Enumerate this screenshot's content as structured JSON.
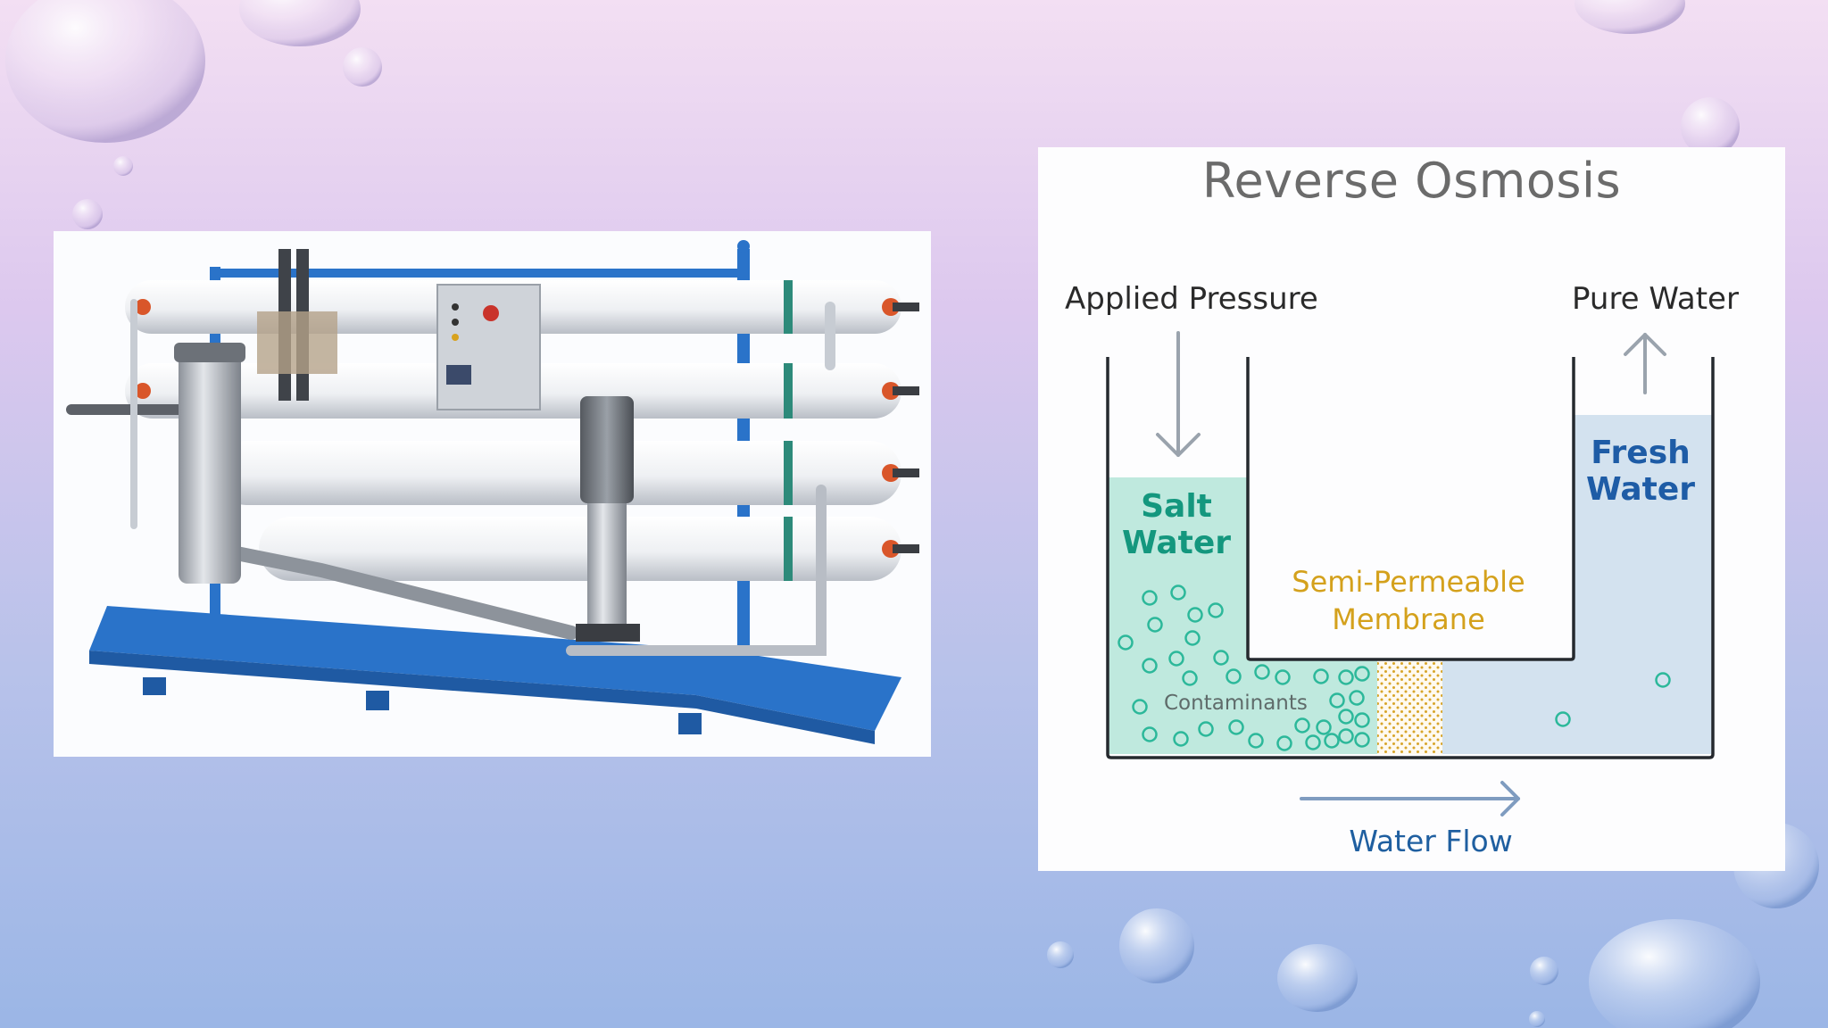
{
  "diagram": {
    "title": "Reverse Osmosis",
    "applied_pressure": "Applied Pressure",
    "pure_water": "Pure Water",
    "salt_water": [
      "Salt",
      "Water"
    ],
    "fresh_water": [
      "Fresh",
      "Water"
    ],
    "membrane": [
      "Semi-Permeable",
      "Membrane"
    ],
    "contaminants": "Contaminants",
    "water_flow": "Water Flow"
  },
  "colors": {
    "salt_water": "#bfe9de",
    "fresh_water": "#d3e2ef",
    "contaminant": "#2cb89a",
    "membrane_dots": "#d7a52a",
    "arrow": "#9aa3ad",
    "flow_arrow": "#7f9cc0",
    "machine_frame": "#2a73c9"
  },
  "photo": {
    "subject": "reverse-osmosis-skid"
  }
}
